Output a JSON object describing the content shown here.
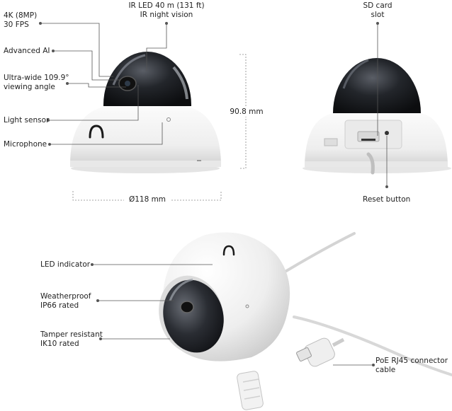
{
  "labels": {
    "resolution_line1": "4K (8MP)",
    "resolution_line2": "30 FPS",
    "ir_line1": "IR LED 40 m (131 ft)",
    "ir_line2": "IR night vision",
    "advanced_ai": "Advanced AI",
    "ultrawide_line1": "Ultra-wide 109.9°",
    "ultrawide_line2": "viewing angle",
    "light_sensor": "Light sensor",
    "microphone": "Microphone",
    "height": "90.8 mm",
    "diameter": "Ø118 mm",
    "sd_line1": "SD card",
    "sd_line2": "slot",
    "reset_button": "Reset button",
    "led_indicator": "LED indicator",
    "weather_line1": "Weatherproof",
    "weather_line2": "IP66 rated",
    "tamper_line1": "Tamper resistant",
    "tamper_line2": "IK10 rated",
    "poe_line1": "PoE RJ45 connector",
    "poe_line2": "cable"
  },
  "colors": {
    "housing": "#f3f3f3",
    "housing_shade": "#dcdcdc",
    "dome": "#1c1e22",
    "leader": "#555555",
    "dim_line": "#888888"
  }
}
